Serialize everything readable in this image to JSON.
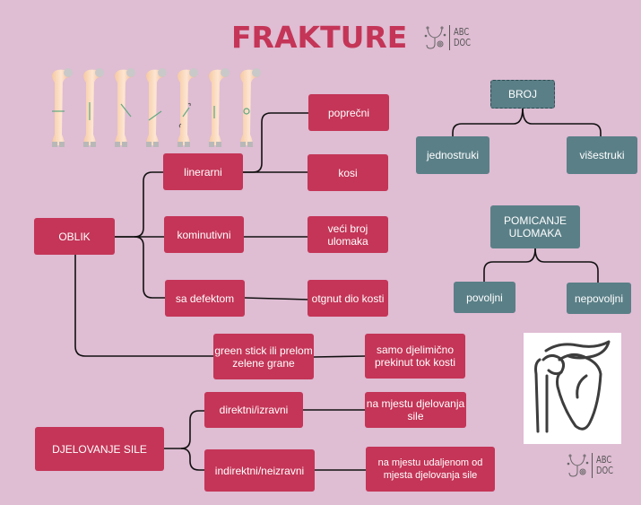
{
  "title": "FRAKTURE",
  "logo": {
    "line1": "ABC",
    "line2": "DOC"
  },
  "colors": {
    "background": "#dfbdd3",
    "red_node": "#c43557",
    "teal_node": "#5a7f87",
    "title": "#c43557"
  },
  "illustrations": {
    "bones": "seven femur bones showing fracture types",
    "shoulder": "shoulder joint line icon"
  },
  "oblik": {
    "label": "OBLIK",
    "children": [
      {
        "label": "linerarni",
        "children": [
          "poprečni",
          "kosi"
        ]
      },
      {
        "label": "kominutivni",
        "children": [
          "veći broj ulomaka"
        ]
      },
      {
        "label": "sa defektom",
        "children": [
          "otgnut dio kosti"
        ]
      },
      {
        "label": "green stick ili prelom zelene grane",
        "children": [
          "samo djelimično prekinut tok kosti"
        ]
      }
    ]
  },
  "djelovanje": {
    "label": "DJELOVANJE SILE",
    "children": [
      {
        "label": "direktni/izravni",
        "children": [
          "na mjestu djelovanja sile"
        ]
      },
      {
        "label": "indirektni/neizravni",
        "children": [
          "na mjestu udaljenom od mjesta djelovanja sile"
        ]
      }
    ]
  },
  "broj": {
    "label": "BROJ",
    "children": [
      "jednostruki",
      "višestruki"
    ]
  },
  "pomicanje": {
    "label": "POMICANJE ULOMAKA",
    "children": [
      "povoljni",
      "nepovoljni"
    ]
  }
}
